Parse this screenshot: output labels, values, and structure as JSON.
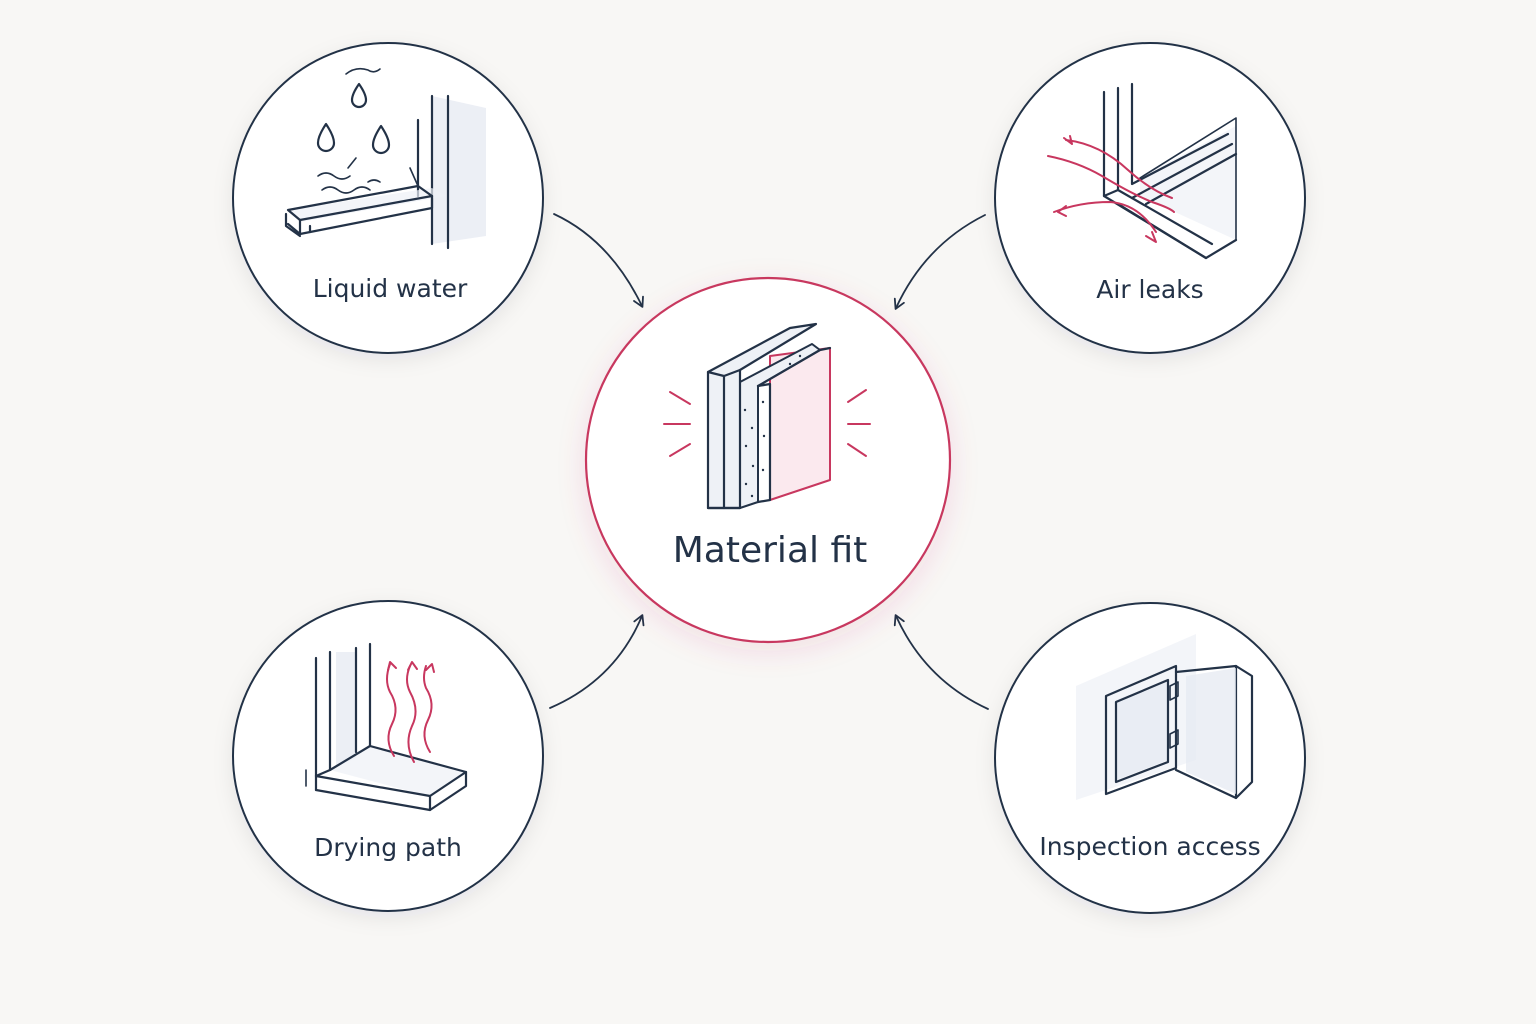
{
  "diagram": {
    "center": {
      "label": "Material fit",
      "accent_color": "#c8375f",
      "icon": "layered-wall-panel-icon"
    },
    "nodes": [
      {
        "id": "liquid-water",
        "label": "Liquid water",
        "icon": "water-drops-on-sill-icon"
      },
      {
        "id": "air-leaks",
        "label": "Air leaks",
        "icon": "air-flow-through-frame-icon"
      },
      {
        "id": "drying-path",
        "label": "Drying path",
        "icon": "rising-vapor-wall-icon"
      },
      {
        "id": "inspection-access",
        "label": "Inspection access",
        "icon": "access-panel-door-icon"
      }
    ],
    "colors": {
      "line": "#233247",
      "accent": "#c8375f",
      "background": "#f8f7f5",
      "circle_fill": "#ffffff"
    }
  }
}
